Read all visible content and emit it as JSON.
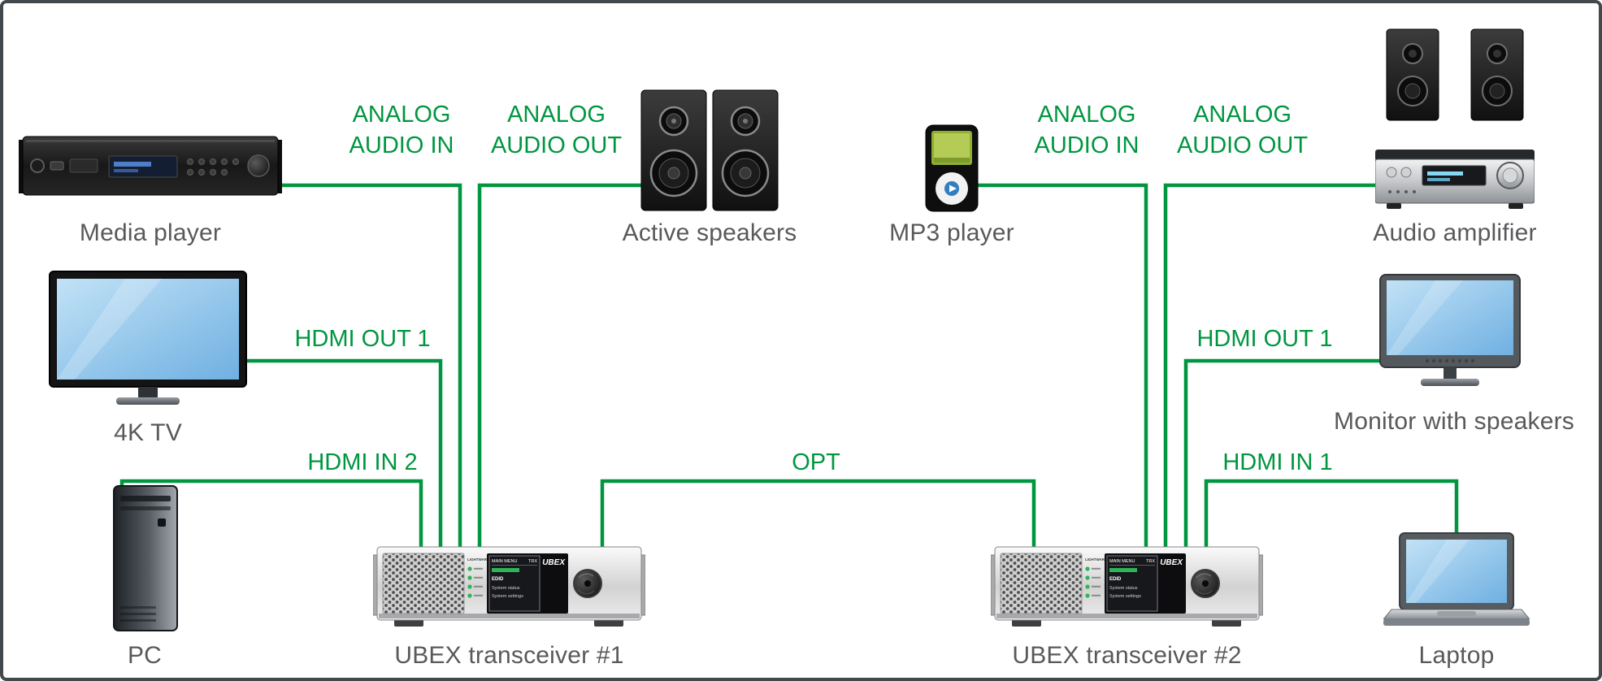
{
  "colors": {
    "wire_green": "#009640",
    "device_label_gray": "#58595b",
    "canvas_border": "#43484d",
    "background": "#ffffff"
  },
  "devices": {
    "media_player": {
      "label": "Media player"
    },
    "tv_4k": {
      "label": "4K TV"
    },
    "pc": {
      "label": "PC"
    },
    "active_speakers": {
      "label": "Active speakers"
    },
    "mp3_player": {
      "label": "MP3 player"
    },
    "audio_amplifier": {
      "label": "Audio amplifier"
    },
    "monitor_with_speakers": {
      "label": "Monitor with speakers"
    },
    "laptop": {
      "label": "Laptop"
    },
    "ubex_transceiver_1": {
      "label": "UBEX transceiver #1",
      "panel": {
        "maker": "LIGHTWARE",
        "brand": "UBEX",
        "menu_title": "MAIN MENU",
        "mode": "TRX",
        "menu_items": [
          "EDID",
          "System status",
          "System settings"
        ]
      }
    },
    "ubex_transceiver_2": {
      "label": "UBEX transceiver #2",
      "panel": {
        "maker": "LIGHTWARE",
        "brand": "UBEX",
        "menu_title": "MAIN MENU",
        "mode": "TRX",
        "menu_items": [
          "EDID",
          "System status",
          "System settings"
        ]
      }
    }
  },
  "connections": [
    {
      "id": "analog-audio-in-1",
      "label": "ANALOG\nAUDIO IN",
      "from": "Media player",
      "to": "UBEX transceiver #1"
    },
    {
      "id": "analog-audio-out-1",
      "label": "ANALOG\nAUDIO OUT",
      "from": "UBEX transceiver #1",
      "to": "Active speakers"
    },
    {
      "id": "hdmi-out-1-left",
      "label": "HDMI OUT 1",
      "from": "UBEX transceiver #1",
      "to": "4K TV"
    },
    {
      "id": "hdmi-in-2",
      "label": "HDMI IN 2",
      "from": "PC",
      "to": "UBEX transceiver #1"
    },
    {
      "id": "opt",
      "label": "OPT",
      "from": "UBEX transceiver #1",
      "to": "UBEX transceiver #2"
    },
    {
      "id": "analog-audio-in-2",
      "label": "ANALOG\nAUDIO IN",
      "from": "MP3 player",
      "to": "UBEX transceiver #2"
    },
    {
      "id": "analog-audio-out-2",
      "label": "ANALOG\nAUDIO OUT",
      "from": "UBEX transceiver #2",
      "to": "Audio amplifier"
    },
    {
      "id": "hdmi-out-1-right",
      "label": "HDMI OUT 1",
      "from": "UBEX transceiver #2",
      "to": "Monitor with speakers"
    },
    {
      "id": "hdmi-in-1",
      "label": "HDMI IN 1",
      "from": "Laptop",
      "to": "UBEX transceiver #2"
    }
  ]
}
